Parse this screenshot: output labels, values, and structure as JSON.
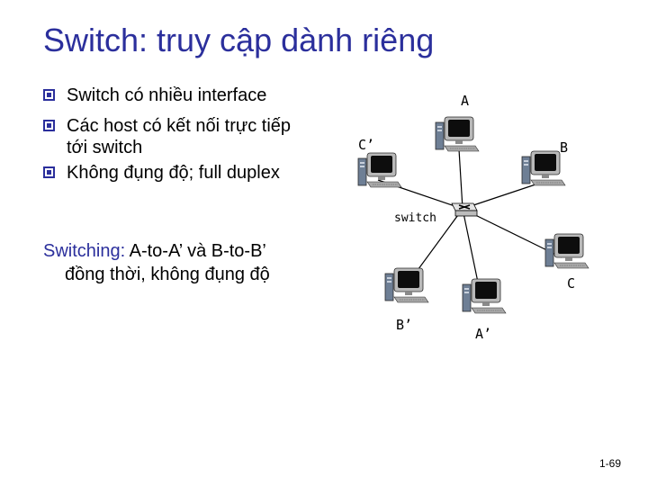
{
  "slide": {
    "title": "Switch: truy cập dành riêng",
    "bullets": [
      {
        "line1": "Switch có nhiều interface",
        "line2": ""
      },
      {
        "line1": "Các host có kết nối trực tiếp",
        "line2": "tới switch"
      },
      {
        "line1": "Không đụng độ; full duplex",
        "line2": ""
      }
    ],
    "switching": {
      "lead": "Switching:",
      "rest": " A-to-A’ và B-to-B’",
      "line2": "đồng thời, không đụng độ"
    },
    "page_number": "1-69"
  },
  "diagram": {
    "switch_label": "switch",
    "nodes": {
      "A": "A",
      "B": "B",
      "C": "C",
      "A_prime": "A’",
      "B_prime": "B’",
      "C_prime": "C’"
    }
  },
  "colors": {
    "title": "#2b2f9c",
    "bullet_box": "#2b2f9c",
    "switch_fill": "#d8d8d8"
  }
}
